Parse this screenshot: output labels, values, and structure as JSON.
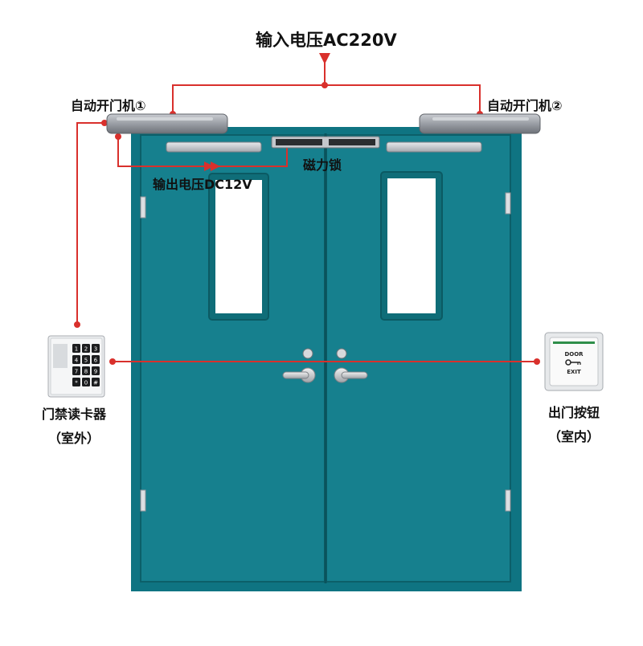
{
  "labels": {
    "input_voltage": "输入电压AC220V",
    "door_operator_1": "自动开门机①",
    "door_operator_2": "自动开门机②",
    "magnetic_lock": "磁力锁",
    "output_voltage": "输出电压DC12V",
    "card_reader": "门禁读卡器",
    "card_reader_location": "（室外）",
    "exit_button": "出门按钮",
    "exit_button_location": "（室内）"
  },
  "exit_button_face": {
    "top_text": "DOOR",
    "bottom_text": "EXIT"
  },
  "keypad": {
    "keys": [
      "1",
      "2",
      "3",
      "4",
      "5",
      "6",
      "7",
      "8",
      "9",
      "*",
      "0",
      "#"
    ]
  },
  "colors": {
    "door": "#147f8c",
    "door_shadow": "#0e6a75",
    "wire": "#d9302c",
    "operator": "#8c9097"
  }
}
